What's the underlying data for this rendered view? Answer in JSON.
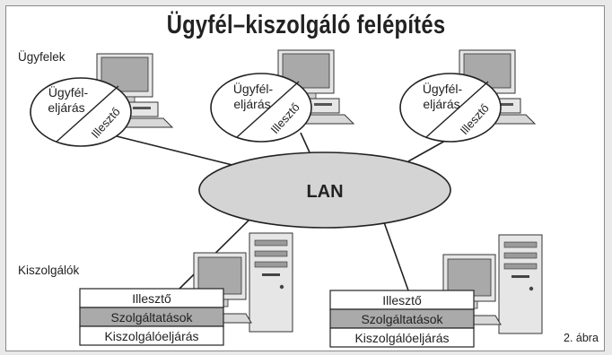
{
  "title": "Ügyfél–kiszolgáló felépítés",
  "labels": {
    "clients": "Ügyfelek",
    "servers": "Kiszolgálók",
    "lan": "LAN",
    "figure": "2. ábra"
  },
  "clients": [
    {
      "process_line1": "Ügyfél-",
      "process_line2": "eljárás",
      "adapter": "Illesztő"
    },
    {
      "process_line1": "Ügyfél-",
      "process_line2": "eljárás",
      "adapter": "Illesztő"
    },
    {
      "process_line1": "Ügyfél-",
      "process_line2": "eljárás",
      "adapter": "Illesztő"
    }
  ],
  "servers": [
    {
      "layers": [
        "Illesztő",
        "Szolgáltatások",
        "Kiszolgálóeljárás"
      ]
    },
    {
      "layers": [
        "Illesztő",
        "Szolgáltatások",
        "Kiszolgálóeljárás"
      ]
    }
  ],
  "colors": {
    "monitor_screen": "#a9a9a9",
    "monitor_body": "#e6e6e6",
    "lan_fill": "#d4d4d4",
    "services_band": "#aaaaaa"
  }
}
